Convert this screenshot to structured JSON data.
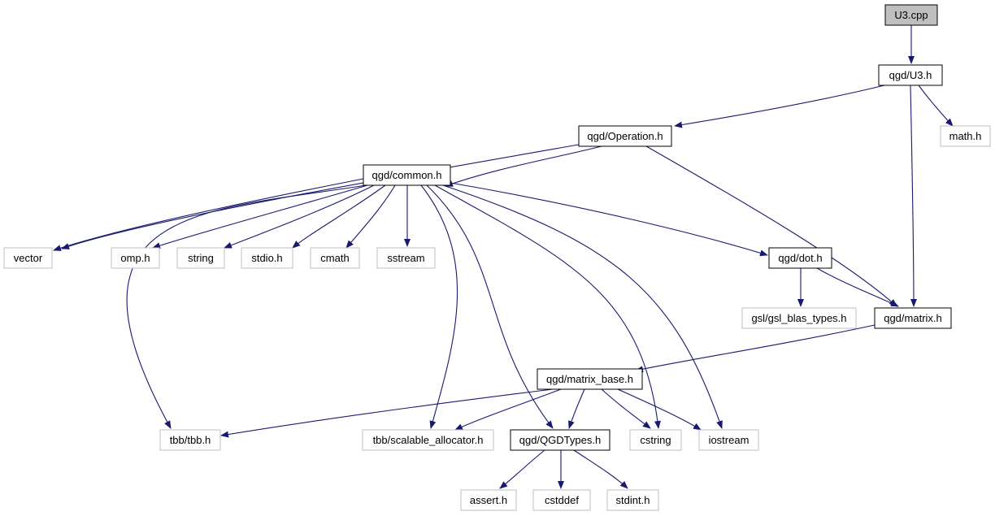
{
  "diagram": {
    "colors": {
      "edge": "#191970",
      "root_fill": "#bfbfbf",
      "node_border_local": "#000000",
      "node_border_external": "#bfbfbf",
      "node_fill": "#ffffff",
      "text": "#000000"
    },
    "nodes": [
      {
        "id": "u3cpp",
        "label": "U3.cpp",
        "kind": "root"
      },
      {
        "id": "u3h",
        "label": "qgd/U3.h",
        "kind": "local"
      },
      {
        "id": "operation",
        "label": "qgd/Operation.h",
        "kind": "local"
      },
      {
        "id": "mathh",
        "label": "math.h",
        "kind": "external"
      },
      {
        "id": "common",
        "label": "qgd/common.h",
        "kind": "local"
      },
      {
        "id": "vector",
        "label": "vector",
        "kind": "external"
      },
      {
        "id": "omp",
        "label": "omp.h",
        "kind": "external"
      },
      {
        "id": "string",
        "label": "string",
        "kind": "external"
      },
      {
        "id": "stdio",
        "label": "stdio.h",
        "kind": "external"
      },
      {
        "id": "cmath",
        "label": "cmath",
        "kind": "external"
      },
      {
        "id": "sstream",
        "label": "sstream",
        "kind": "external"
      },
      {
        "id": "dot",
        "label": "qgd/dot.h",
        "kind": "local"
      },
      {
        "id": "gsl",
        "label": "gsl/gsl_blas_types.h",
        "kind": "external"
      },
      {
        "id": "matrix",
        "label": "qgd/matrix.h",
        "kind": "local"
      },
      {
        "id": "matrixbase",
        "label": "qgd/matrix_base.h",
        "kind": "local"
      },
      {
        "id": "tbb",
        "label": "tbb/tbb.h",
        "kind": "external"
      },
      {
        "id": "scalable",
        "label": "tbb/scalable_allocator.h",
        "kind": "external"
      },
      {
        "id": "qgdtypes",
        "label": "qgd/QGDTypes.h",
        "kind": "local"
      },
      {
        "id": "cstring",
        "label": "cstring",
        "kind": "external"
      },
      {
        "id": "iostream",
        "label": "iostream",
        "kind": "external"
      },
      {
        "id": "assert",
        "label": "assert.h",
        "kind": "external"
      },
      {
        "id": "cstddef",
        "label": "cstddef",
        "kind": "external"
      },
      {
        "id": "stdint",
        "label": "stdint.h",
        "kind": "external"
      }
    ],
    "edges": [
      {
        "from": "u3cpp",
        "to": "u3h"
      },
      {
        "from": "u3h",
        "to": "operation"
      },
      {
        "from": "u3h",
        "to": "mathh"
      },
      {
        "from": "u3h",
        "to": "matrix"
      },
      {
        "from": "operation",
        "to": "common"
      },
      {
        "from": "operation",
        "to": "vector"
      },
      {
        "from": "operation",
        "to": "matrix"
      },
      {
        "from": "common",
        "to": "vector"
      },
      {
        "from": "common",
        "to": "omp"
      },
      {
        "from": "common",
        "to": "string"
      },
      {
        "from": "common",
        "to": "stdio"
      },
      {
        "from": "common",
        "to": "cmath"
      },
      {
        "from": "common",
        "to": "sstream"
      },
      {
        "from": "common",
        "to": "dot"
      },
      {
        "from": "common",
        "to": "tbb"
      },
      {
        "from": "common",
        "to": "scalable"
      },
      {
        "from": "common",
        "to": "qgdtypes"
      },
      {
        "from": "common",
        "to": "cstring"
      },
      {
        "from": "common",
        "to": "iostream"
      },
      {
        "from": "dot",
        "to": "gsl"
      },
      {
        "from": "dot",
        "to": "matrix"
      },
      {
        "from": "matrix",
        "to": "matrixbase"
      },
      {
        "from": "matrixbase",
        "to": "tbb"
      },
      {
        "from": "matrixbase",
        "to": "scalable"
      },
      {
        "from": "matrixbase",
        "to": "qgdtypes"
      },
      {
        "from": "matrixbase",
        "to": "cstring"
      },
      {
        "from": "matrixbase",
        "to": "iostream"
      },
      {
        "from": "qgdtypes",
        "to": "assert"
      },
      {
        "from": "qgdtypes",
        "to": "cstddef"
      },
      {
        "from": "qgdtypes",
        "to": "stdint"
      }
    ]
  }
}
